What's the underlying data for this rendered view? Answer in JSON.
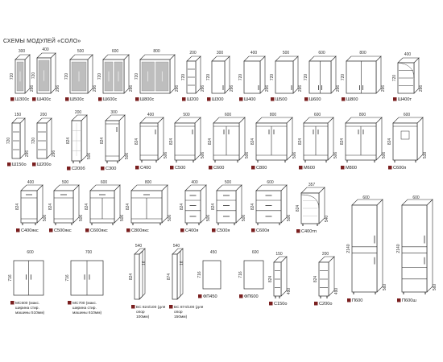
{
  "title": "СХЕМЫ МОДУЛЕЙ «СОЛО»",
  "colors": {
    "line": "#2b2b2b",
    "marker": "#7a1f1f",
    "glass": "#8a8a8a",
    "shelf": "#bbbbbb"
  },
  "modules": [
    {
      "id": "sh300c",
      "label": "Ш300с",
      "type": "wall-glass-1",
      "width": "300",
      "height": "720",
      "depth": "296"
    },
    {
      "id": "sh400c",
      "label": "Ш400с",
      "type": "wall-glass-1",
      "width": "400",
      "height": "720",
      "depth": "296"
    },
    {
      "id": "sh500c",
      "label": "Ш500с",
      "type": "wall-glass-1",
      "width": "500",
      "height": "720",
      "depth": "296"
    },
    {
      "id": "sh600c",
      "label": "Ш600с",
      "type": "wall-glass-2",
      "width": "600",
      "height": "720",
      "depth": "296"
    },
    {
      "id": "sh800c",
      "label": "Ш800с",
      "type": "wall-glass-2",
      "width": "800",
      "height": "720",
      "depth": "296"
    },
    {
      "id": "sh200",
      "label": "Ш200",
      "type": "wall-open-narrow",
      "width": "200",
      "height": "720",
      "depth": "296"
    },
    {
      "id": "sh300",
      "label": "Ш300",
      "type": "wall-1",
      "width": "300",
      "height": "720",
      "depth": "296"
    },
    {
      "id": "sh400",
      "label": "Ш400",
      "type": "wall-1",
      "width": "400",
      "height": "720",
      "depth": "296"
    },
    {
      "id": "sh500",
      "label": "Ш500",
      "type": "wall-1",
      "width": "500",
      "height": "720",
      "depth": "296"
    },
    {
      "id": "sh600",
      "label": "Ш600",
      "type": "wall-2",
      "width": "600",
      "height": "720",
      "depth": "296"
    },
    {
      "id": "sh800",
      "label": "Ш800",
      "type": "wall-2",
      "width": "800",
      "height": "720",
      "depth": "296"
    },
    {
      "id": "sh400t",
      "label": "Ш400т",
      "type": "wall-end",
      "width": "400",
      "height": "720",
      "depth": "296"
    },
    {
      "id": "sh150o",
      "label": "Ш150о",
      "type": "wall-open-narrow",
      "width": "150",
      "height": "720",
      "depth": "296"
    },
    {
      "id": "sh200o",
      "label": "Ш200о",
      "type": "wall-open-narrow",
      "width": "200",
      "height": "720",
      "depth": "296"
    },
    {
      "id": "s200b",
      "label": "С200б",
      "type": "base-bottle",
      "width": "200",
      "height": "824",
      "depth": "506"
    },
    {
      "id": "s300",
      "label": "С300",
      "type": "base-1",
      "width": "300",
      "height": "824",
      "depth": "506"
    },
    {
      "id": "s400",
      "label": "С400",
      "type": "base-1",
      "width": "400",
      "height": "824",
      "depth": "506"
    },
    {
      "id": "s500",
      "label": "С500",
      "type": "base-1",
      "width": "500",
      "height": "824",
      "depth": "506"
    },
    {
      "id": "s600",
      "label": "С600",
      "type": "base-2",
      "width": "600",
      "height": "824",
      "depth": "506"
    },
    {
      "id": "s800",
      "label": "С800",
      "type": "base-2",
      "width": "800",
      "height": "824",
      "depth": "506"
    },
    {
      "id": "m600",
      "label": "М600",
      "type": "base-sink-2",
      "width": "600",
      "height": "824",
      "depth": "506"
    },
    {
      "id": "m800",
      "label": "М800",
      "type": "base-sink-2",
      "width": "800",
      "height": "824",
      "depth": "506"
    },
    {
      "id": "s600p",
      "label": "С600п",
      "type": "base-oven",
      "width": "600",
      "height": "824",
      "depth": "538"
    },
    {
      "id": "s400yaks",
      "label": "С400якс",
      "type": "base-drawer-door",
      "width": "400",
      "height": "824",
      "depth": "506"
    },
    {
      "id": "s500yaks",
      "label": "С500якс",
      "type": "base-drawer-door",
      "width": "500",
      "height": "824",
      "depth": "506"
    },
    {
      "id": "s600yaks",
      "label": "С600якс",
      "type": "base-drawer-door2",
      "width": "600",
      "height": "824",
      "depth": "506"
    },
    {
      "id": "s800yaks",
      "label": "С800якс",
      "type": "base-drawer-door2",
      "width": "800",
      "height": "824",
      "depth": "506"
    },
    {
      "id": "s400ya",
      "label": "С400я",
      "type": "base-drawers",
      "width": "400",
      "height": "824",
      "depth": "506"
    },
    {
      "id": "s500ya",
      "label": "С500я",
      "type": "base-drawers",
      "width": "500",
      "height": "824",
      "depth": "506"
    },
    {
      "id": "s600ya",
      "label": "С600я",
      "type": "base-drawers",
      "width": "600",
      "height": "824",
      "depth": "506"
    },
    {
      "id": "s400tp",
      "label": "С400тп",
      "type": "base-corner-round",
      "width": "357",
      "height": "824",
      "depth": "540"
    },
    {
      "id": "mc600",
      "label": "МС600 (макс. ширина стир. машины 510мм)",
      "type": "panel-2door",
      "width": "600",
      "height": "716"
    },
    {
      "id": "mc700",
      "label": "МС700 (макс. ширина стир. машины 610мм)",
      "type": "panel-2door",
      "width": "700",
      "height": "716"
    },
    {
      "id": "bs824",
      "label": "БС 824/100 (для опор 100мм)",
      "type": "side-panel",
      "width": "540",
      "height": "824",
      "depth": "16"
    },
    {
      "id": "bs874",
      "label": "БС 874/100 (для опор 150мм)",
      "type": "side-panel",
      "width": "540",
      "height": "874",
      "depth": "16"
    },
    {
      "id": "fp450",
      "label": "ФП450",
      "type": "front-panel",
      "width": "450",
      "height": "716"
    },
    {
      "id": "fp600",
      "label": "ФП600",
      "type": "front-panel",
      "width": "600",
      "height": "716"
    },
    {
      "id": "s150o",
      "label": "С150о",
      "type": "base-open",
      "width": "150",
      "height": "824",
      "depth": "490"
    },
    {
      "id": "s200o",
      "label": "С200о",
      "type": "base-open",
      "width": "200",
      "height": "824",
      "depth": "490"
    },
    {
      "id": "p600",
      "label": "П600",
      "type": "tall",
      "width": "600",
      "height": "2140",
      "depth": "560"
    },
    {
      "id": "p600sh",
      "label": "П600ш",
      "type": "tall-oven",
      "width": "600",
      "height": "2140",
      "depth": "560"
    }
  ]
}
